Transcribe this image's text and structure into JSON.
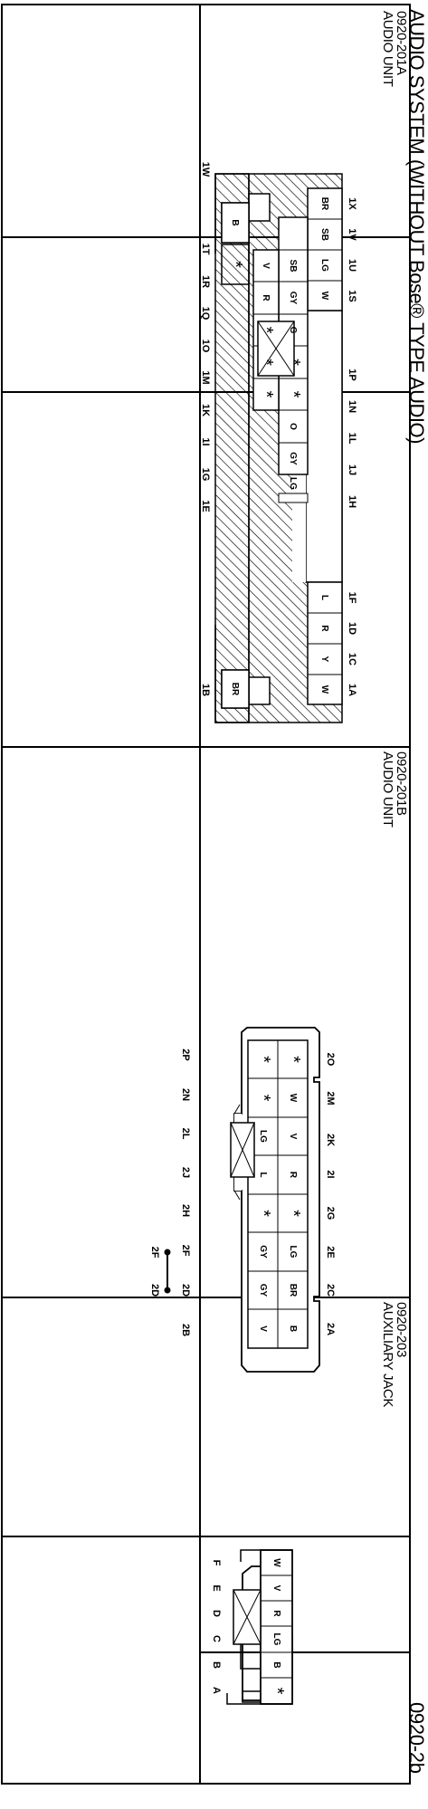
{
  "title": "AUDIO SYSTEM (WITHOUT Bose® TYPE AUDIO)",
  "page_code": "0920-2b",
  "connectors": [
    {
      "code": "0920-201A",
      "name": "AUDIO UNIT",
      "top_pins": [
        "1X",
        "1V",
        "1U",
        "1S",
        "1P",
        "1N",
        "1L",
        "1J",
        "1H",
        "1F",
        "1D",
        "1C",
        "1A"
      ],
      "bottom_pins": [
        "1W",
        "1T",
        "1R",
        "1Q",
        "1O",
        "1M",
        "1K",
        "1I",
        "1G",
        "1E",
        "1B"
      ],
      "row1": [
        "BR",
        "SB",
        "LG",
        "W",
        "L",
        "R",
        "Y",
        "W"
      ],
      "row2": [
        "SB",
        "GY",
        "G",
        "*",
        "*",
        "O",
        "GY",
        "LG"
      ],
      "row3": [
        "V",
        "R",
        "*",
        "*",
        "*"
      ],
      "row4": [
        "B",
        "*",
        "BR"
      ]
    },
    {
      "code": "0920-201B",
      "name": "AUDIO UNIT",
      "top_pins": [
        "2O",
        "2M",
        "2K",
        "2I",
        "2G",
        "2E",
        "2C",
        "2A"
      ],
      "bottom_pins": [
        "2P",
        "2N",
        "2L",
        "2J",
        "2H",
        "2F",
        "2D",
        "2B"
      ],
      "jumper": [
        "2F",
        "2D"
      ],
      "row_top": [
        "*",
        "W",
        "V",
        "R",
        "*",
        "LG",
        "BR",
        "B"
      ],
      "row_bottom": [
        "*",
        "*",
        "LG",
        "L",
        "*",
        "GY",
        "GY",
        "V"
      ]
    },
    {
      "code": "0920-203",
      "name": "AUXILIARY JACK",
      "pins": [
        "F",
        "E",
        "D",
        "C",
        "B",
        "A"
      ],
      "wires": [
        "W",
        "V",
        "R",
        "LG",
        "B",
        "*"
      ]
    }
  ]
}
